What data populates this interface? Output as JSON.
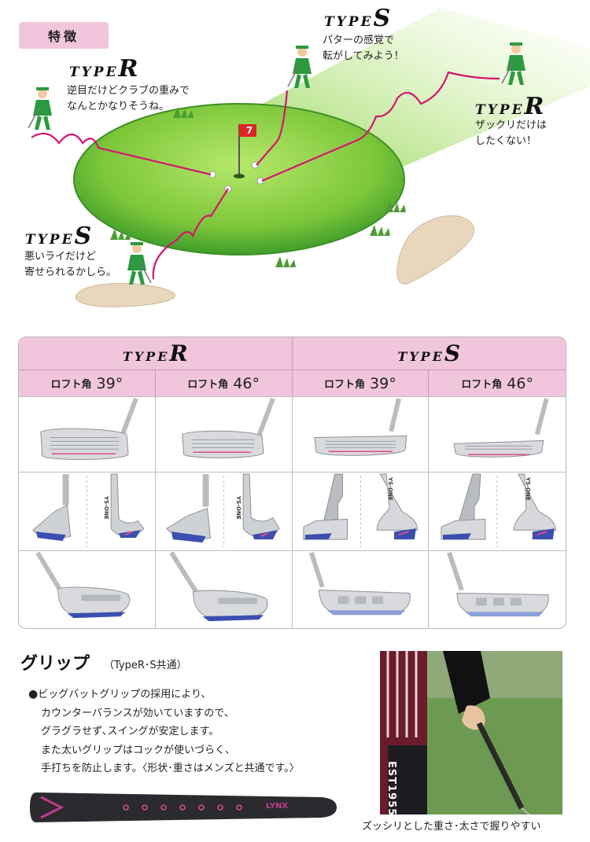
{
  "feature_badge": "特徴",
  "illustration": {
    "left_top": {
      "type_prefix": "TYPE",
      "type_letter": "R",
      "line1": "逆目だけどクラブの重みで",
      "line2": "なんとかなりそうね。"
    },
    "top_mid": {
      "type_prefix": "TYPE",
      "type_letter": "S",
      "line1": "パターの感覚で",
      "line2": "転がしてみよう！"
    },
    "right": {
      "type_prefix": "TYPE",
      "type_letter": "R",
      "line1": "ザックリだけは",
      "line2": "したくない！"
    },
    "left_bottom": {
      "type_prefix": "TYPE",
      "type_letter": "S",
      "line1": "悪いライだけど",
      "line2": "寄せられるかしら。"
    },
    "flag_number": "7"
  },
  "spec_table": {
    "groups": [
      {
        "type_prefix": "TYPE",
        "type_letter": "R"
      },
      {
        "type_prefix": "TYPE",
        "type_letter": "S"
      }
    ],
    "columns": [
      {
        "label": "ロフト角",
        "value": "39°"
      },
      {
        "label": "ロフト角",
        "value": "46°"
      },
      {
        "label": "ロフト角",
        "value": "39°"
      },
      {
        "label": "ロフト角",
        "value": "46°"
      }
    ],
    "shaft_mark": "YS-ONE"
  },
  "grip": {
    "title": "グリップ",
    "note": "（TypeR･S共通）",
    "bullet": "●",
    "lines": [
      "ビッグバットグリップの採用により、",
      "カウンターバランスが効いていますので、",
      "グラグラせず､スイングが安定します。",
      "また太いグリップはコックが使いづらく、",
      "手打ちを防止します。〈形状･重さはメンズと共通です。〉"
    ],
    "brand": "LYNX",
    "photo_text": "EST1955",
    "photo_caption": "ズッシリとした重さ･太さで握りやすい"
  },
  "colors": {
    "pink_header": "#f1c6dc",
    "magenta_line": "#d4166e",
    "green": "#7cc63a"
  }
}
